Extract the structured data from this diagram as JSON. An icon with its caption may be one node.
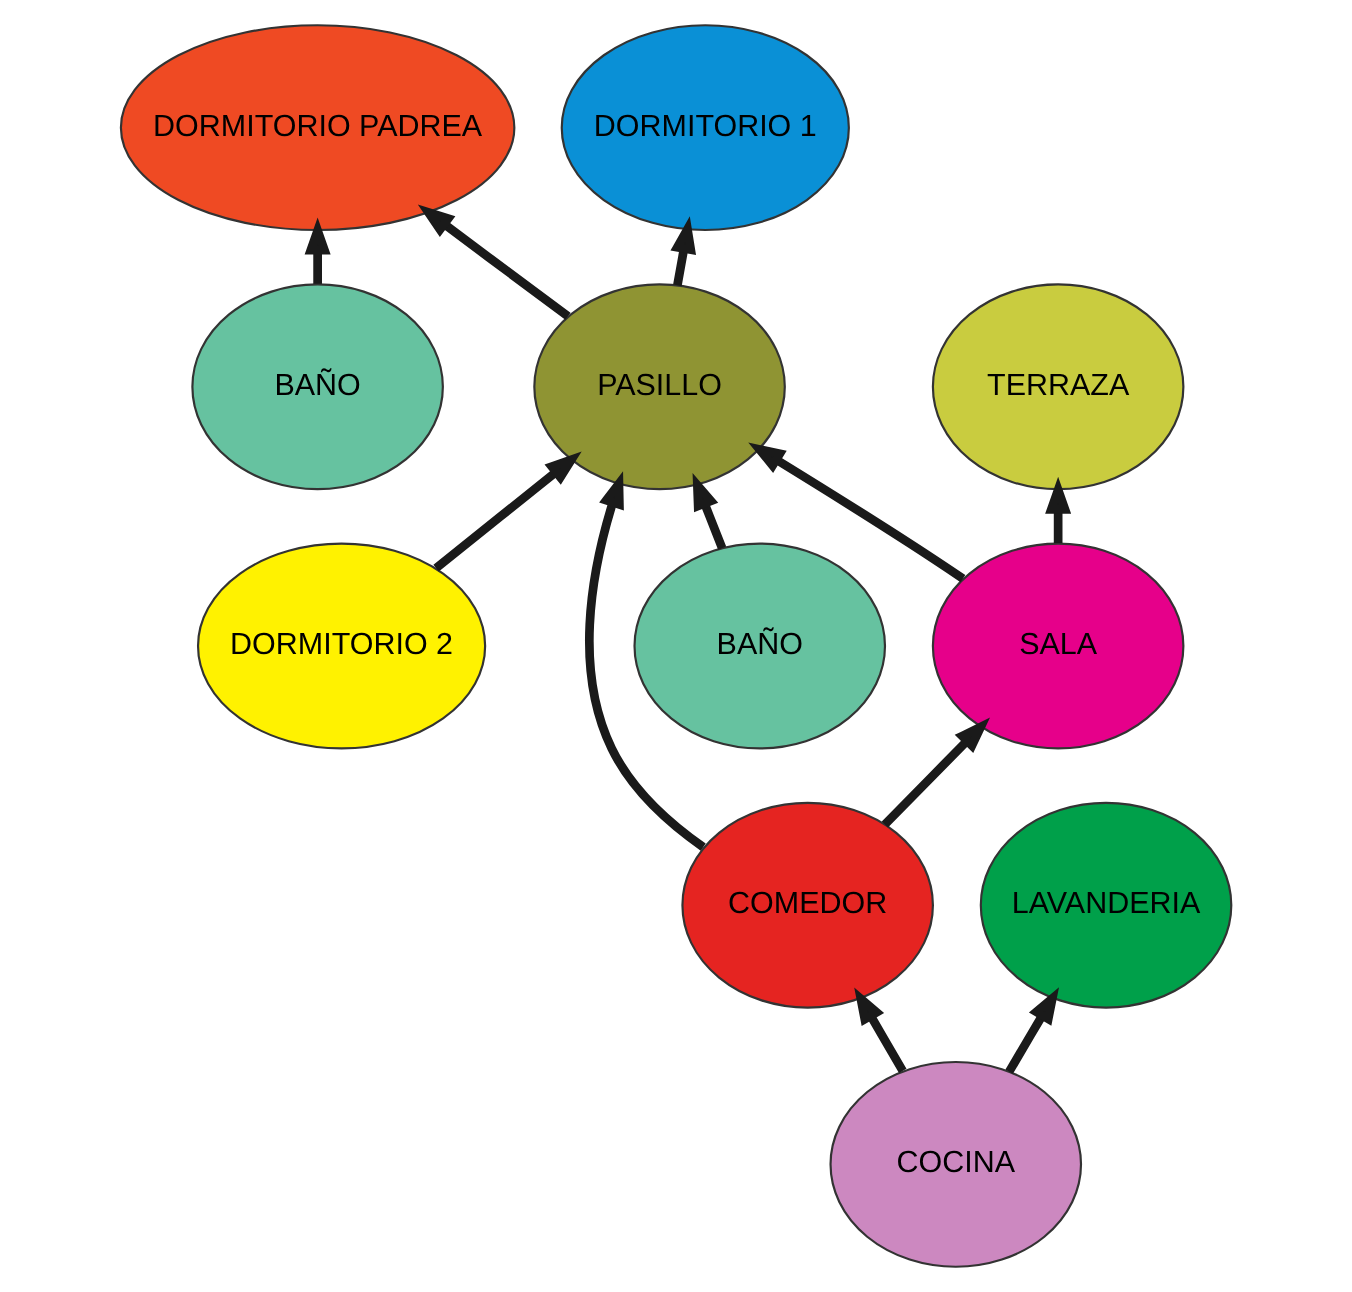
{
  "diagram": {
    "nodes": [
      {
        "text": [
          "TERRAZA"
        ]
      },
      {
        "text": [
          "DORMITORIO PADREA"
        ]
      },
      {
        "text": [
          "BAÑO"
        ]
      },
      {
        "text": [
          "DORMITORIO 1"
        ]
      },
      {
        "text": [
          "SALA"
        ]
      },
      {
        "text": [
          "PASILLO"
        ]
      },
      {
        "text": [
          "DORMITORIO 2"
        ]
      },
      {
        "text": [
          "COMEDOR"
        ]
      },
      {
        "text": [
          "BAÑO"
        ]
      },
      {
        "text": [
          "LAVANDERIA"
        ]
      },
      {
        "text": [
          "COCINA"
        ]
      }
    ],
    "edges": [
      {
        "from": 4,
        "to": 0,
        "arrow": "to"
      },
      {
        "from": 2,
        "to": 1,
        "arrow": "to"
      },
      {
        "from": 5,
        "to": 1,
        "arrow": "to"
      },
      {
        "from": 4,
        "to": 5,
        "arrow": "to"
      },
      {
        "from": 5,
        "to": 3,
        "arrow": "to"
      },
      {
        "from": 6,
        "to": 5,
        "arrow": "to"
      },
      {
        "from": 7,
        "to": 4,
        "arrow": "to"
      },
      {
        "from": 7,
        "to": 5,
        "arrow": "to"
      },
      {
        "from": 8,
        "to": 5,
        "arrow": "to"
      },
      {
        "from": 10,
        "to": 7,
        "arrow": "to"
      },
      {
        "from": 10,
        "to": 9,
        "arrow": "to"
      }
    ]
  }
}
